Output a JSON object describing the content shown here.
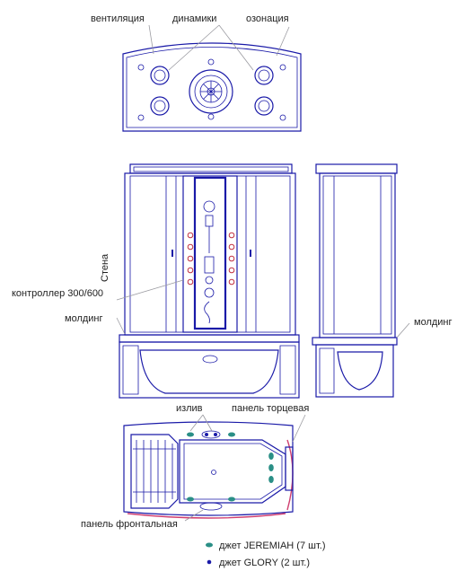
{
  "labels": {
    "ventilation": "вентиляция",
    "speakers": "динамики",
    "ozonation": "озонация",
    "wall": "Стена",
    "controller": "контроллер 300/600",
    "molding_left": "молдинг",
    "molding_right": "молдинг",
    "spout": "излив",
    "end_panel": "панель торцевая",
    "front_panel": "панель фронтальная"
  },
  "legend": [
    {
      "label": "джет JEREMIAH (7 шт.)",
      "color": "#2a8f86",
      "icon": "teal-jet-dot"
    },
    {
      "label": "джет GLORY (2 шт.)",
      "color": "#1a1aa8",
      "icon": "blue-jet-dot"
    }
  ],
  "colors": {
    "outline": "#1a1aa8",
    "jet_jeremiah": "#2a8f86",
    "jet_glory": "#1a1aa8",
    "side_jets": "#c03040",
    "panel_accent": "#d04070",
    "leader_lines": "#9a9aa0"
  }
}
